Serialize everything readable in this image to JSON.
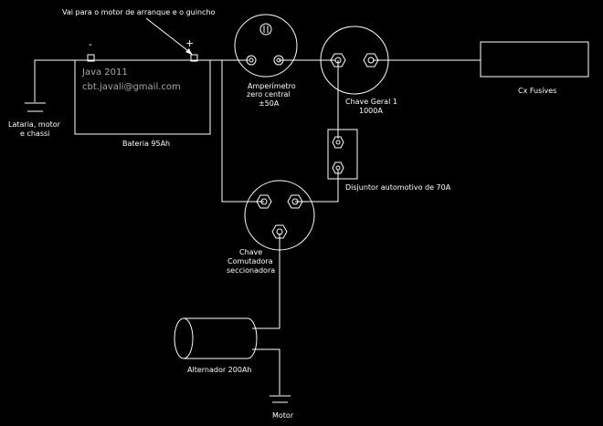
{
  "labels": {
    "top_note": "Vai para o motor de arranque e o guincho",
    "minus": "-",
    "plus": "+",
    "watermark_1": "Java 2011",
    "watermark_2": "cbt.javali@gmail.com",
    "battery": "Bateria 95Ah",
    "ground_1": "Lataria, motor",
    "ground_2": "e chassi",
    "ammeter_1": "Amperímetro",
    "ammeter_2": "zero central",
    "ammeter_3": "±50A",
    "master_switch_1": "Chave Geral 1",
    "master_switch_2": "1000A",
    "fuse_box": "Cx Fusíves",
    "breaker": "Disjuntor automotivo de 70A",
    "selector_1": "Chave",
    "selector_2": "Comutadora",
    "selector_3": "seccionadora",
    "alternator": "Alternador 200Ah",
    "motor": "Motor"
  },
  "colors": {
    "background": "#000000",
    "wire": "#ffffff",
    "watermark": "#a8a8a8"
  }
}
